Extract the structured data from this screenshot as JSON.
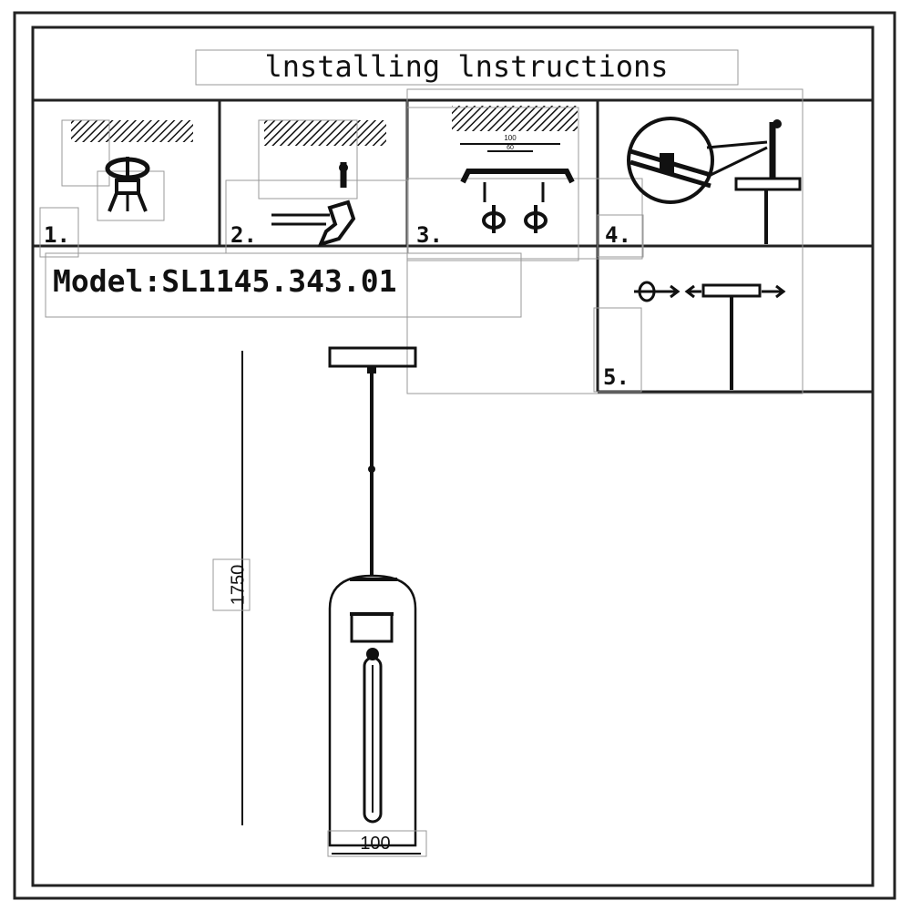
{
  "header": {
    "title": "lnstalling lnstructions"
  },
  "model": {
    "label": "Model:SL1145.343.01"
  },
  "steps": [
    {
      "number": "1."
    },
    {
      "number": "2."
    },
    {
      "number": "3."
    },
    {
      "number": "4."
    },
    {
      "number": "5."
    }
  ],
  "dimensions": {
    "height": "1750",
    "width": "100"
  },
  "step3_note": {
    "top": "100",
    "bottom": "60"
  }
}
